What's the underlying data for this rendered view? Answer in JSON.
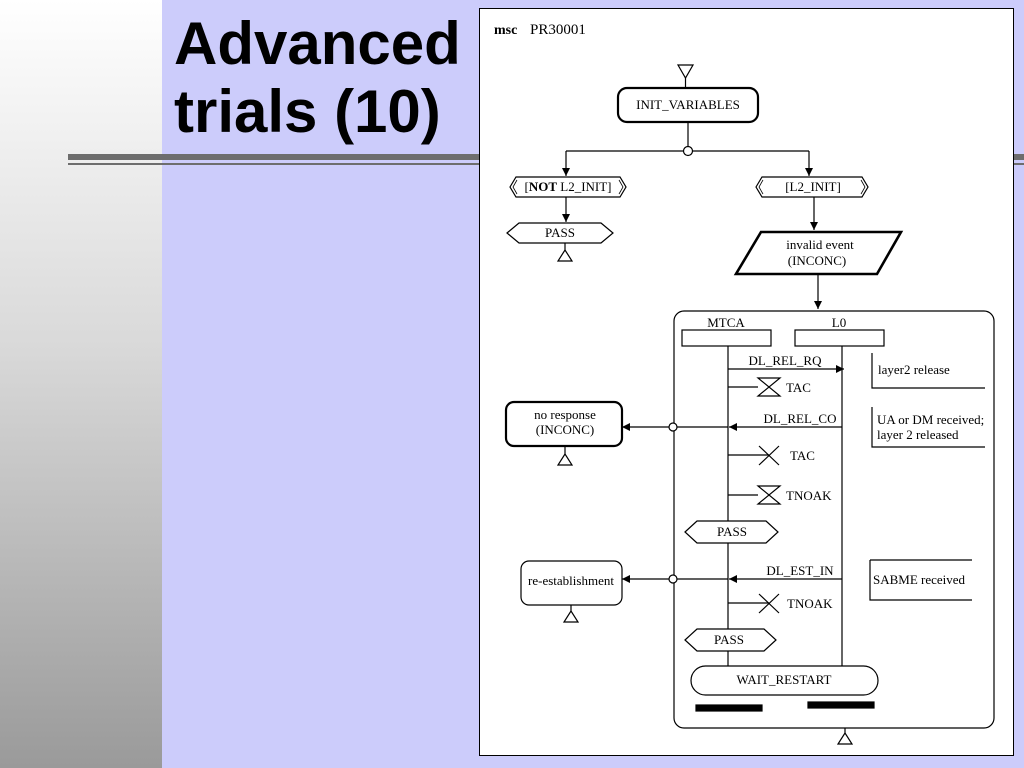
{
  "slide": {
    "title_line1": "Advanced",
    "title_line2": "trials (10)"
  },
  "msc": {
    "keyword": "msc",
    "name": "PR30001",
    "init_variables": "INIT_VARIABLES",
    "guard_not_open": "[",
    "guard_not_kw": "NOT",
    "guard_not_rest": " L2_INIT]",
    "guard_l2": "[L2_INIT]",
    "pass_top": "PASS",
    "invalid_line1": "invalid event",
    "invalid_line2": "(INCONC)",
    "instance_mtca": "MTCA",
    "instance_l0": "L0",
    "msg_rel_rq": "DL_REL_RQ",
    "note_layer2": "layer2 release",
    "timer_tac_1": "TAC",
    "noresp_line1": "no response",
    "noresp_line2": "(INCONC)",
    "msg_rel_co": "DL_REL_CO",
    "note_ua_line1": "UA or DM received;",
    "note_ua_line2": "layer 2 released",
    "timer_tac_2": "TAC",
    "timer_tnoak_1": "TNOAK",
    "pass_mid": "PASS",
    "reest": "re-establishment",
    "msg_est_in": "DL_EST_IN",
    "note_sabme": "SABME received",
    "timer_tnoak_2": "TNOAK",
    "pass_low": "PASS",
    "wait_restart": "WAIT_RESTART"
  }
}
